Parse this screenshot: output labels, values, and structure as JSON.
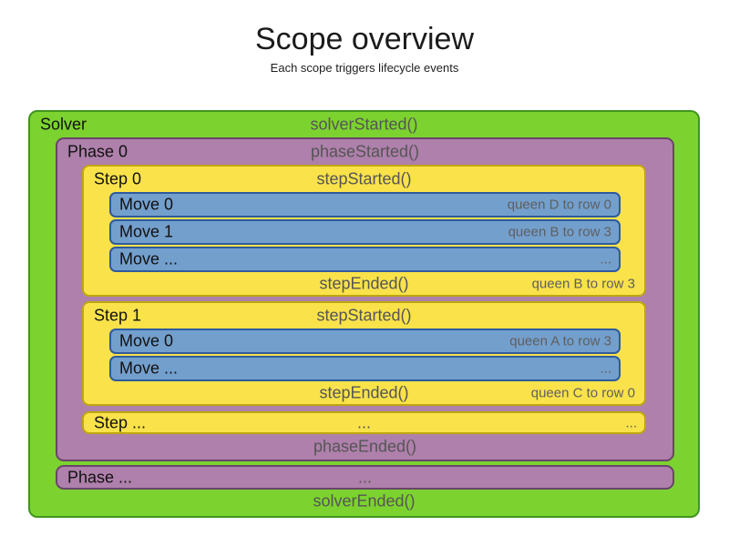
{
  "title": "Scope overview",
  "subtitle": "Each scope triggers lifecycle events",
  "solver": {
    "label": "Solver",
    "started": "solverStarted()",
    "ended": "solverEnded()",
    "phases": [
      {
        "label": "Phase 0",
        "started": "phaseStarted()",
        "ended": "phaseEnded()",
        "steps": [
          {
            "label": "Step 0",
            "started": "stepStarted()",
            "ended": "stepEnded()",
            "ended_note": "queen B to row 3",
            "moves": [
              {
                "label": "Move 0",
                "note": "queen D to row 0"
              },
              {
                "label": "Move 1",
                "note": "queen B to row 3"
              },
              {
                "label": "Move ...",
                "note": "..."
              }
            ]
          },
          {
            "label": "Step 1",
            "started": "stepStarted()",
            "ended": "stepEnded()",
            "ended_note": "queen C to row 0",
            "moves": [
              {
                "label": "Move 0",
                "note": "queen A to row 3"
              },
              {
                "label": "Move ...",
                "note": "..."
              }
            ]
          },
          {
            "label": "Step ...",
            "center_ellipsis": "...",
            "right_ellipsis": "..."
          }
        ]
      },
      {
        "label": "Phase ...",
        "center_ellipsis": "..."
      }
    ]
  },
  "colors": {
    "green_fill": "#7CD32F",
    "green_border": "#3F961D",
    "purple_fill": "#AE80AB",
    "purple_border": "#68456A",
    "yellow_fill": "#F9E24A",
    "yellow_border": "#BEA70E",
    "blue_fill": "#739FCD",
    "blue_border": "#2F5B9D",
    "label_text": "#111111",
    "event_text": "#555555",
    "note_text": "#5F5F5F"
  }
}
